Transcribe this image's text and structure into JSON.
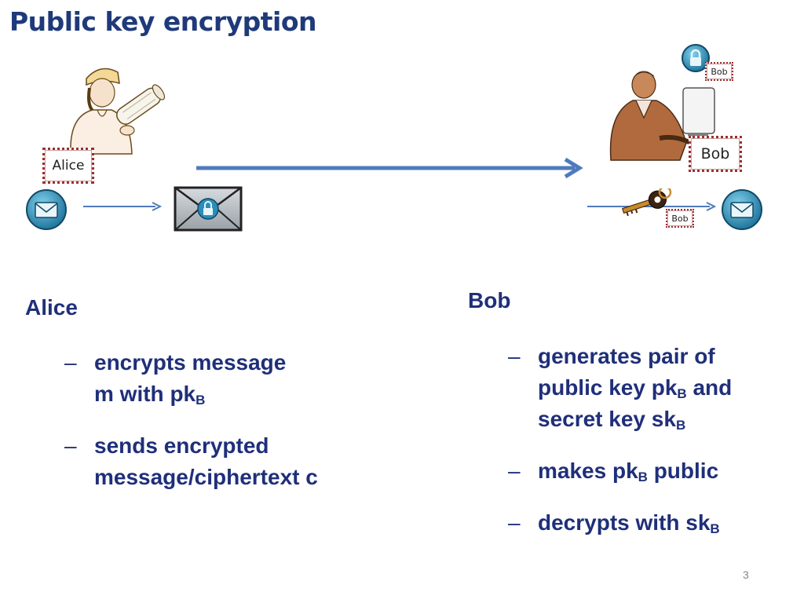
{
  "title": "Public key encryption",
  "diagram": {
    "alice_card": "Alice",
    "bob_card": "Bob",
    "bob_key_tag": "Bob",
    "bob_lock_tag": "Bob"
  },
  "alice": {
    "heading": "Alice",
    "points": [
      {
        "line1": "encrypts message",
        "line2_text": "m with pk",
        "line2_sub": "B"
      },
      {
        "line1": "sends encrypted",
        "line2_text": "message/ciphertext c"
      }
    ]
  },
  "bob": {
    "heading": "Bob",
    "points": [
      {
        "line1": "generates pair of",
        "line2_a": "public key pk",
        "line2_sub": "B",
        "line2_b": " and",
        "line3_text": "secret key sk",
        "line3_sub": "B"
      },
      {
        "text_a": "makes pk",
        "sub": "B",
        "text_b": " public"
      },
      {
        "text": "decrypts with sk",
        "sub": "B"
      }
    ]
  },
  "page_number": "3",
  "colors": {
    "title": "#1f3a7a",
    "text": "#1f2f7a",
    "arrow": "#4f7bbd",
    "icon": "#2a7fa6"
  }
}
